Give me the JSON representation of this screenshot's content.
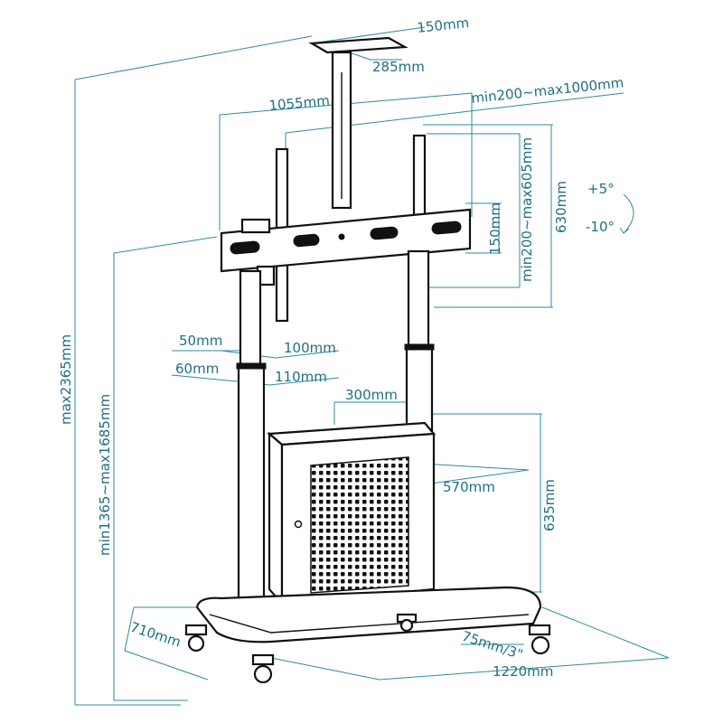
{
  "diagram": {
    "labels": {
      "top_plate_depth": "150mm",
      "top_plate_width": "285mm",
      "bracket_width": "1055mm",
      "vesa_horizontal": "min200~max1000mm",
      "vesa_vertical": "min200~max605mm",
      "bracket_height": "630mm",
      "plate_height": "150mm",
      "tilt_up": "+5°",
      "tilt_down": "-10°",
      "total_height": "max2365mm",
      "mount_height": "min1365~max1685mm",
      "upper_pole_depth": "50mm",
      "upper_pole_width": "100mm",
      "lower_pole_depth": "60mm",
      "lower_pole_width": "110mm",
      "cabinet_depth": "300mm",
      "cabinet_width": "570mm",
      "cabinet_height": "635mm",
      "base_depth": "710mm",
      "caster_size": "75mm/3\"",
      "base_width": "1220mm"
    },
    "colors": {
      "dimension_lines": "#2f8aa0",
      "label_text": "#1f6f83",
      "product_outline": "#111111"
    }
  }
}
